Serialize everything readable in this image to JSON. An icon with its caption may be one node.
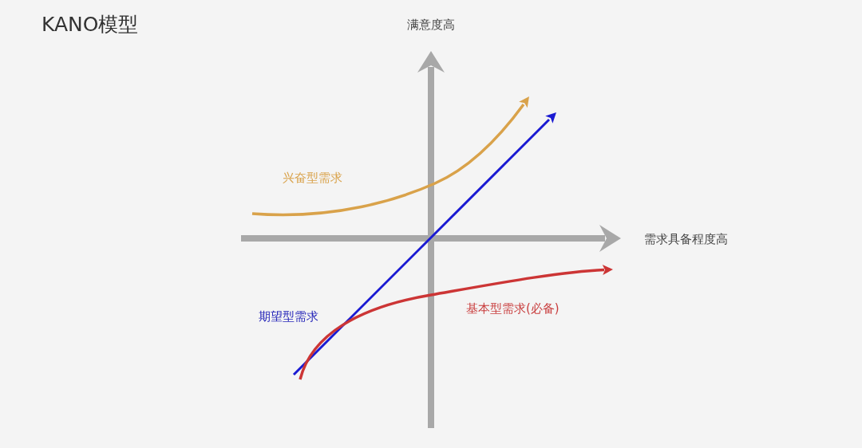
{
  "diagram": {
    "title": "KANO模型",
    "labels": [
      "满意度高",
      "需求具备程度高",
      "兴奋型需求",
      "期望型需求",
      "基本型需求(必备)"
    ]
  }
}
